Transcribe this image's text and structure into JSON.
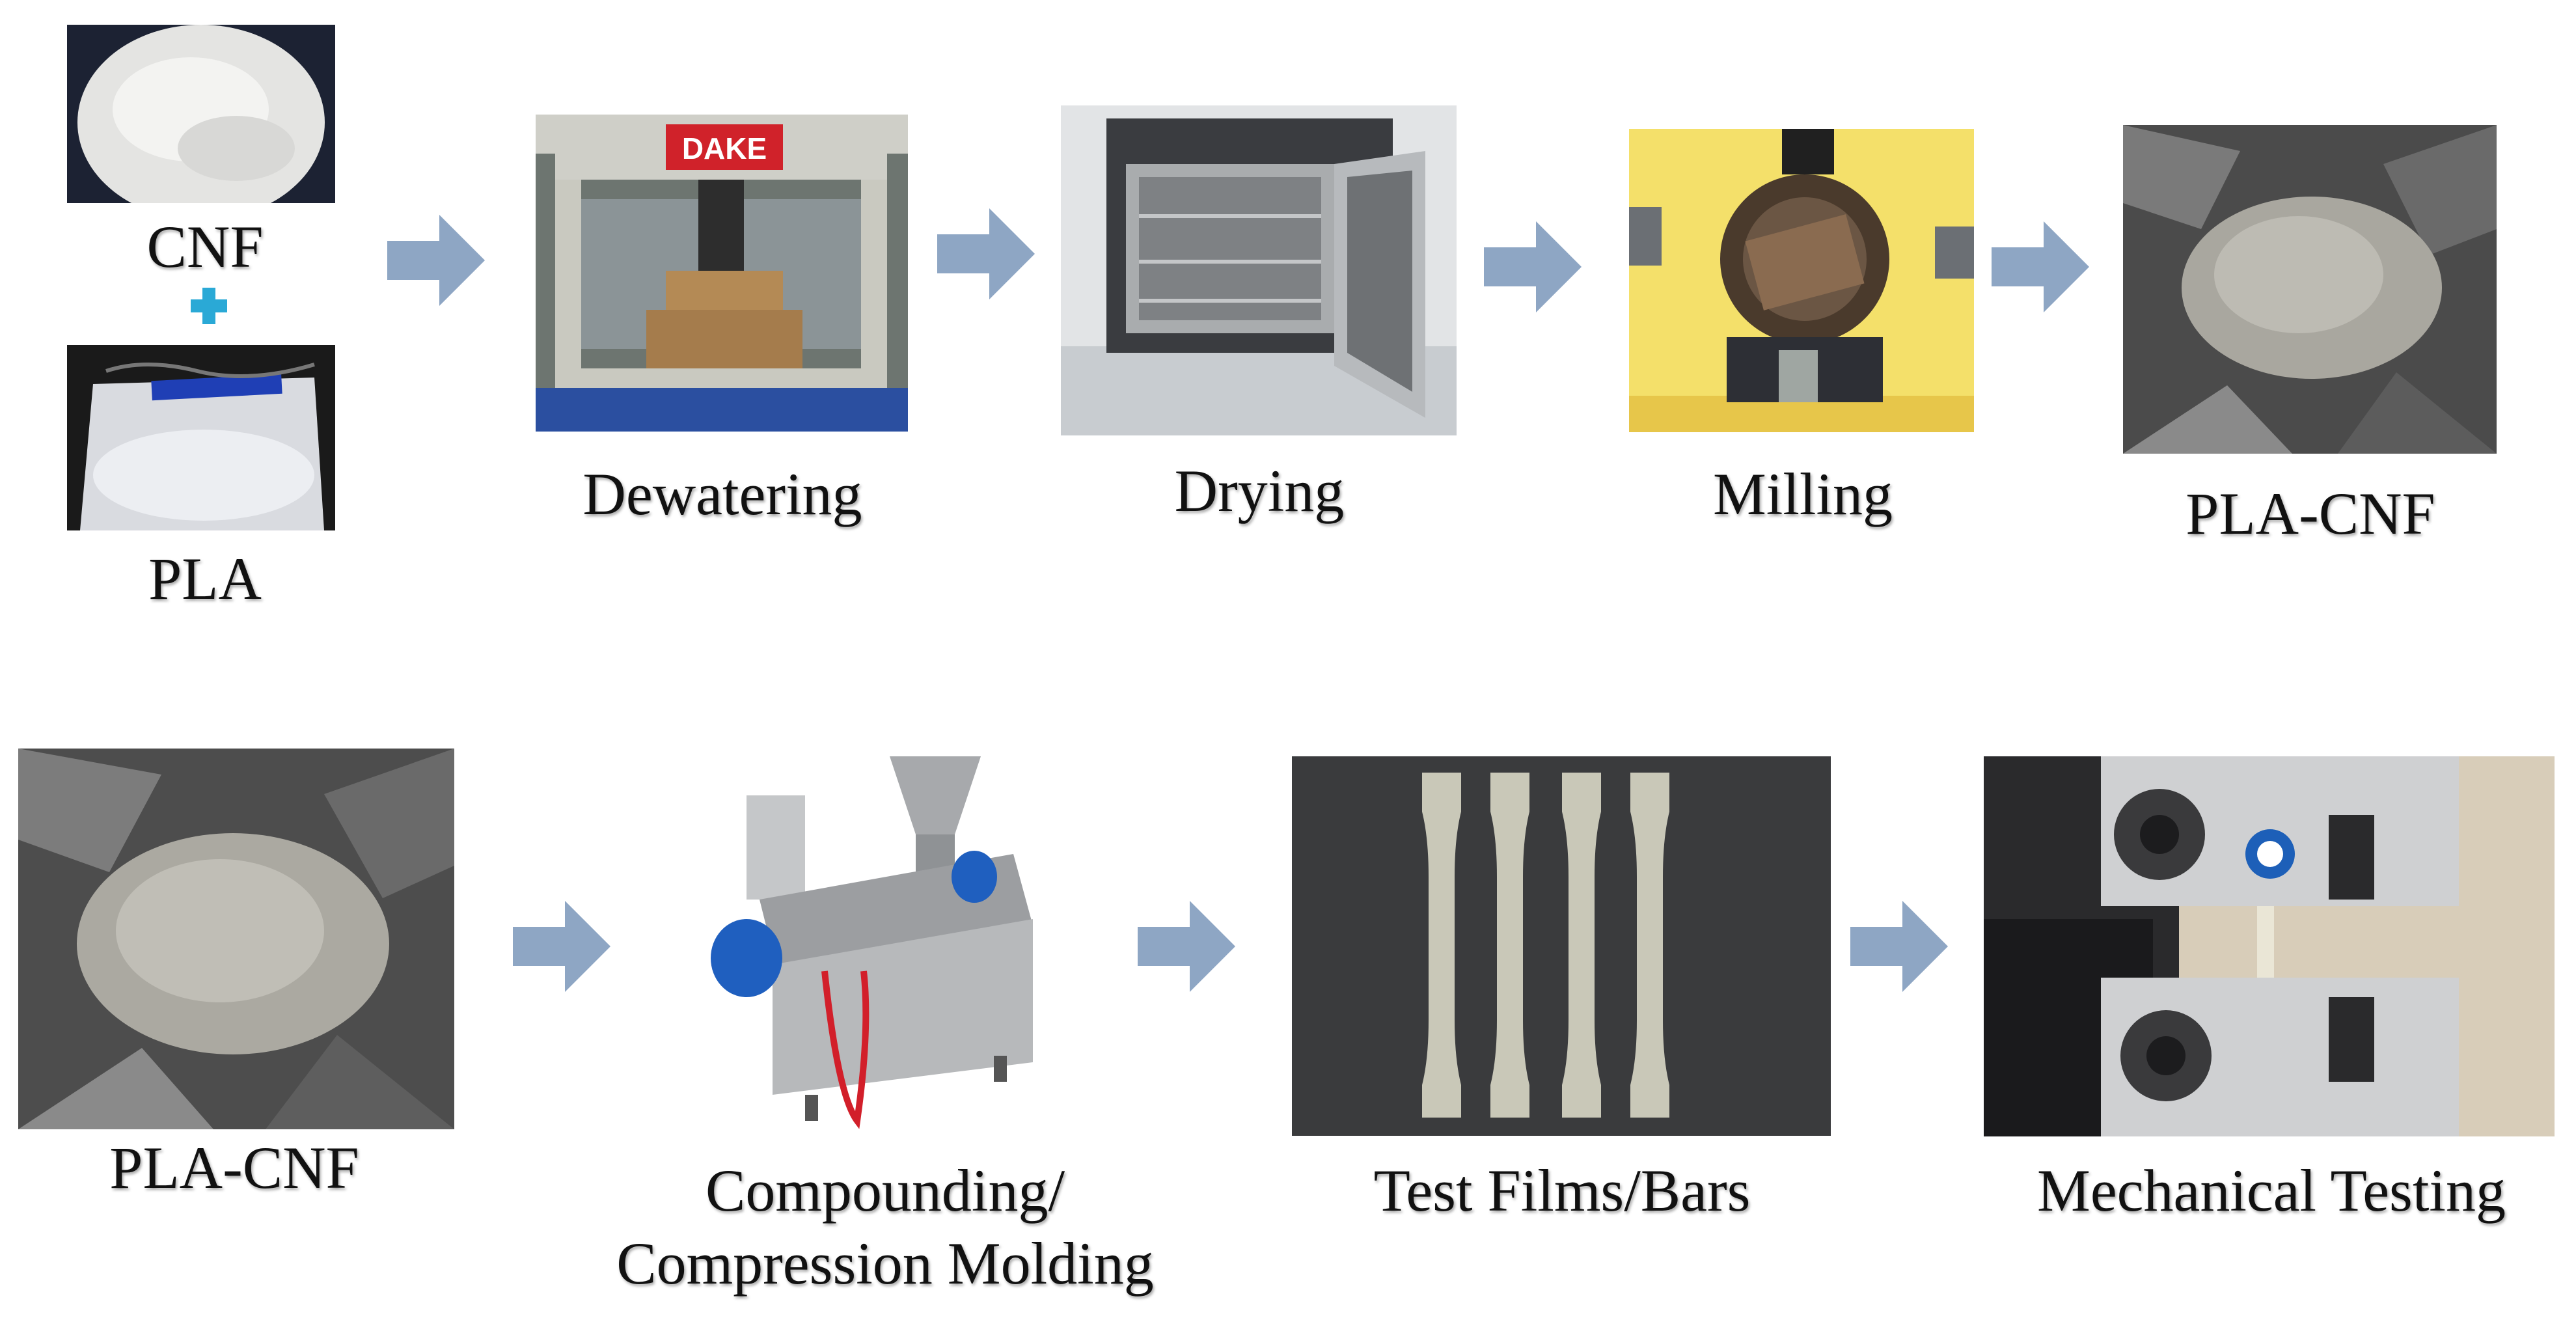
{
  "colors": {
    "arrow": "#8ea6c4",
    "plus": "#2aa9d6"
  },
  "inputs": {
    "cnf_label": "CNF",
    "pla_label": "PLA"
  },
  "top_row": {
    "steps": [
      "Dewatering",
      "Drying",
      "Milling",
      "PLA-CNF"
    ]
  },
  "bottom_row": {
    "steps": [
      "PLA-CNF",
      "Compounding/",
      "Compression Molding",
      "Test Films/Bars",
      "Mechanical Testing"
    ]
  },
  "photo_text": {
    "press_brand": "DAKE"
  }
}
